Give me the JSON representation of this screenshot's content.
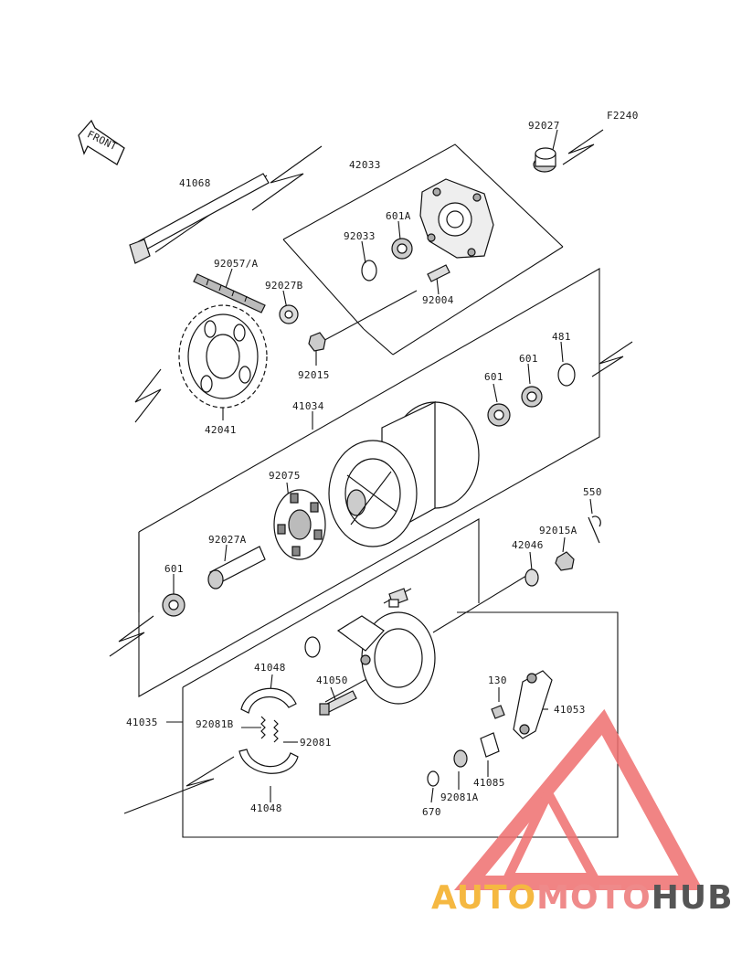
{
  "diagram": {
    "code": "F2240",
    "front_label": "FRONT",
    "labels": [
      {
        "id": "41068",
        "text": "41068"
      },
      {
        "id": "42033",
        "text": "42033"
      },
      {
        "id": "92027",
        "text": "92027"
      },
      {
        "id": "601A",
        "text": "601A"
      },
      {
        "id": "92033",
        "text": "92033"
      },
      {
        "id": "92057A",
        "text": "92057/A"
      },
      {
        "id": "92027B",
        "text": "92027B"
      },
      {
        "id": "92004",
        "text": "92004"
      },
      {
        "id": "92015",
        "text": "92015"
      },
      {
        "id": "42041",
        "text": "42041"
      },
      {
        "id": "41034",
        "text": "41034"
      },
      {
        "id": "601-b1",
        "text": "601"
      },
      {
        "id": "601-b2",
        "text": "601"
      },
      {
        "id": "481",
        "text": "481"
      },
      {
        "id": "92075",
        "text": "92075"
      },
      {
        "id": "550",
        "text": "550"
      },
      {
        "id": "92015A",
        "text": "92015A"
      },
      {
        "id": "92027A",
        "text": "92027A"
      },
      {
        "id": "42046",
        "text": "42046"
      },
      {
        "id": "601-c",
        "text": "601"
      },
      {
        "id": "41048-top",
        "text": "41048"
      },
      {
        "id": "41050",
        "text": "41050"
      },
      {
        "id": "130",
        "text": "130"
      },
      {
        "id": "41053",
        "text": "41053"
      },
      {
        "id": "41035",
        "text": "41035"
      },
      {
        "id": "92081B",
        "text": "92081B"
      },
      {
        "id": "92081",
        "text": "92081"
      },
      {
        "id": "41085",
        "text": "41085"
      },
      {
        "id": "92081A",
        "text": "92081A"
      },
      {
        "id": "41048-bottom",
        "text": "41048"
      },
      {
        "id": "670",
        "text": "670"
      }
    ]
  },
  "watermark": {
    "part1": "AUTO",
    "part2": "MOTO",
    "part3": "HUB",
    "color1": "#f5b841",
    "color2": "#ef8a8a",
    "color3": "#555555",
    "triangle_color": "#ef6f6f"
  }
}
